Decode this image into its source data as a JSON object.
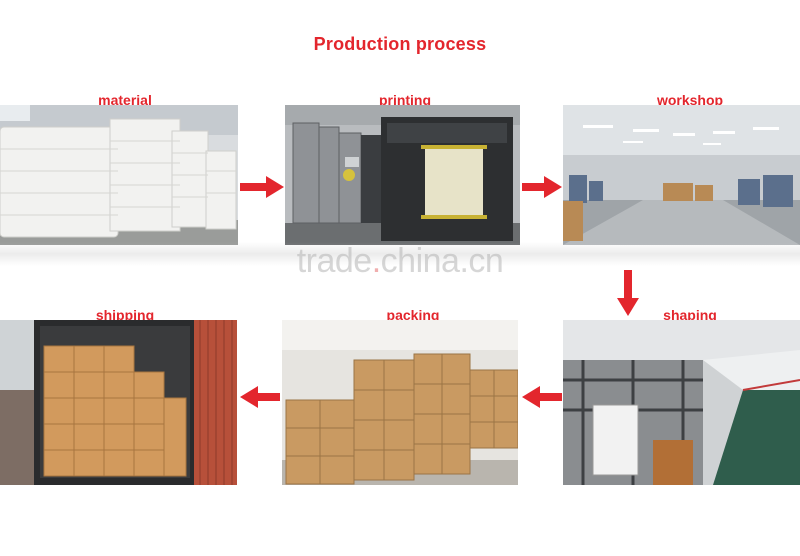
{
  "title": "Production process",
  "steps": [
    {
      "label": "material"
    },
    {
      "label": "printing"
    },
    {
      "label": "workshop"
    },
    {
      "label": "shaping"
    },
    {
      "label": "packing"
    },
    {
      "label": "shipping"
    }
  ],
  "watermark": {
    "text_a": "trade",
    "text_dot": ".",
    "text_b": "china.cn"
  },
  "colors": {
    "accent": "#e3262d",
    "arrow": "#e3262d",
    "carton": "#c99a62",
    "paper": "#f1f1ef"
  }
}
